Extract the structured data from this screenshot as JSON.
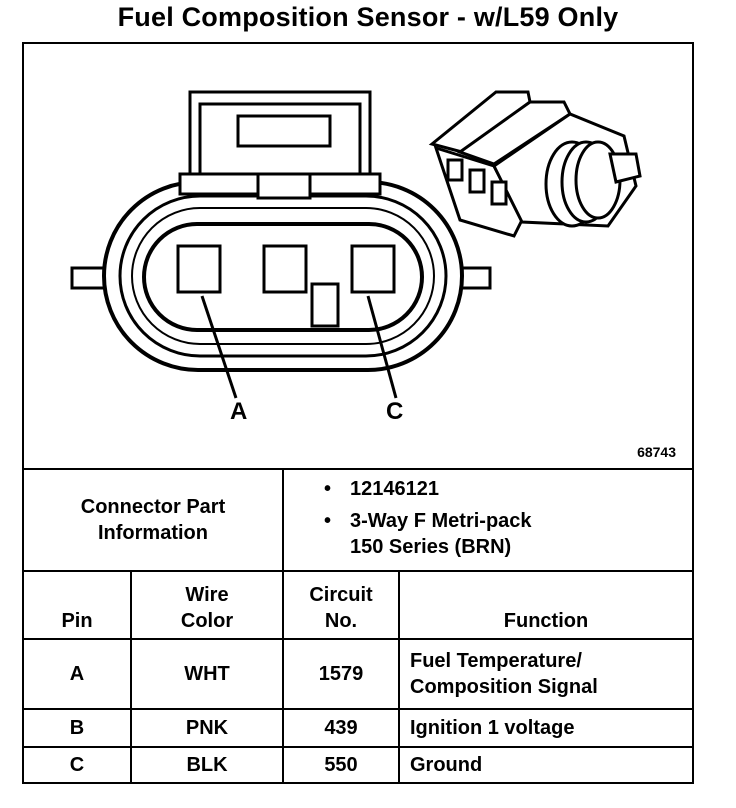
{
  "title": "Fuel Composition Sensor - w/L59 Only",
  "figure_number": "68743",
  "pin_labels": {
    "a": "A",
    "c": "C"
  },
  "connector_info": {
    "label": "Connector Part\nInformation",
    "items": [
      "12146121",
      "3-Way F Metri-pack\n150 Series (BRN)"
    ],
    "bullet": "•"
  },
  "table": {
    "headers": {
      "pin": "Pin",
      "wire_color": "Wire\nColor",
      "circuit": "Circuit\nNo.",
      "function": "Function"
    },
    "rows": [
      {
        "pin": "A",
        "wire_color": "WHT",
        "circuit": "1579",
        "function": "Fuel Temperature/\nComposition Signal"
      },
      {
        "pin": "B",
        "wire_color": "PNK",
        "circuit": "439",
        "function": "Ignition 1 voltage"
      },
      {
        "pin": "C",
        "wire_color": "BLK",
        "circuit": "550",
        "function": "Ground"
      }
    ]
  }
}
